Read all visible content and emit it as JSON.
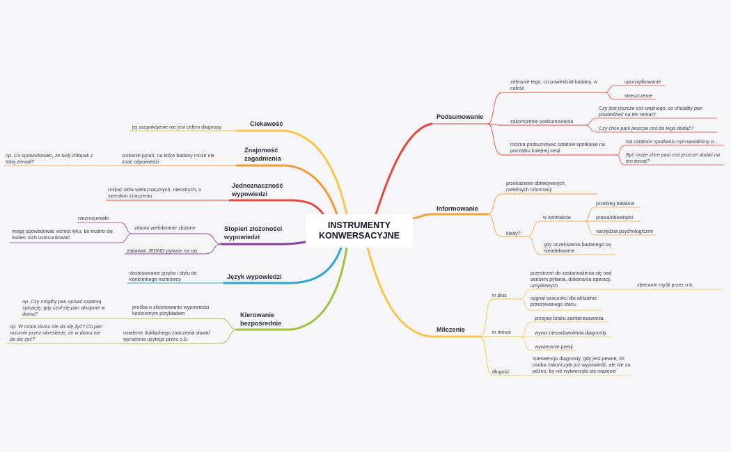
{
  "center": {
    "line1": "INSTRUMENTY",
    "line2": "KONWERSACYJNE"
  },
  "colors": {
    "podsumowanie": "#e4473d",
    "informowanie": "#f4a23a",
    "milczenie": "#f7c54a",
    "ciekawosc": "#f7c54a",
    "znajomosc": "#f29a35",
    "jednoznacznosc": "#e8463c",
    "stopien": "#8e3aa0",
    "jezyk": "#2aa6d0",
    "kierowanie": "#9cc342"
  },
  "podsumowanie": {
    "label": "Podsumowanie",
    "zebranie": "zebranie tego, co powiedział badany, w całość",
    "uporzadkowanie": "uporządkowanie",
    "streszczenie": "streszczenie",
    "zakonczenie": "zakończenie podsumowania",
    "q1": "Czy jest jeszcze coś ważnego, co chciałby pan powiedzieć na ten temat?",
    "q2": "Czy chce pani jeszcze coś do tego dodać?",
    "mozna": "można podsumować ostatnie spotkanie na początku kolejnej sesji",
    "q3": "Na ostatnim spotkaniu rozmawialiśmy o...",
    "q4": "Być może chce pani coś jeszcze dodać na ten temat?"
  },
  "informowanie": {
    "label": "Informowanie",
    "przekazanie": "przekazanie obiektywnych, rzetelnych informacji",
    "kiedy": "kiedy?",
    "kontrakcie": "w kontrakcie",
    "przebieg": "przebieg badania",
    "prawa": "prawa/obowiązki",
    "narzedzia": "narzędzia psychologiczne",
    "gdy": "gdy oczekiwania badanego są nieadekwatne"
  },
  "milczenie": {
    "label": "Milczenie",
    "plus": "in plus",
    "przestrzen": "przestrzeń do zastanowienia się nad sensem pytania, dokonania operacji umysłowych",
    "zbieranie": "zbieranie myśli przez o.b.",
    "sygnal": "sygnał szacunku dla aktualnie przeżywanego stanu",
    "minus": "in minus",
    "przejaw": "przejaw braku zainteresowania",
    "wyraz": "wyraz niezadowolenia diagnosty",
    "wywieranie": "wywieranie presji",
    "dlugosc": "długość",
    "interwencja": "interwencja diagnosty, gdy jest pewne, że osoba zakończyła już wypowiedź, ale nie za późno, by nie wytworzyło się napięcie"
  },
  "ciekawosc": {
    "label": "Ciekawość",
    "item": "jej zaspokojenie nie jest celem diagnozy"
  },
  "znajomosc": {
    "label1": "Znajomość",
    "label2": "zagadnienia",
    "item": "unikanie pytań, na które badany może nie znać odpowiedzi",
    "example": "np. Co spowodowało, że twój chłopak z tobą zerwał?"
  },
  "jednoznacznosc": {
    "label1": "Jednoznaczność",
    "label2": "wypowiedzi",
    "item": "unikać słów wieloznacznych, nieostrych, o szerokim znaczeniu"
  },
  "stopien": {
    "label1": "Stopień złożoności",
    "label2": "wypowiedzi",
    "zdania": "zdania wielokrotnie złożone",
    "niezrozumiale": "niezrozumiałe",
    "moga": "mogą spowodować wzrost lęku, bo trudno się wobec nich ustosunkować",
    "zadawac": "zadawać JEDNO pytanie na raz"
  },
  "jezyk": {
    "label": "Język wypowiedzi",
    "item": "dostosowanie języka i stylu do konkretnego rozmówcy"
  },
  "kierowanie": {
    "label1": "Kierowanie",
    "label2": "bezpośrednie",
    "prosba": "prośba o zilustrowanie wypowiedzi konkretnym przykładem",
    "ex1": "np. Czy mógłby pan opisać ostatnią sytuację, gdy czuł się pan okropnie w domu?",
    "ustalenie": "ustalenie dokładnego znaczenia słowa/ wyrażenia użytego przez o.b.",
    "ex2": "np. W moim domu nie da się żyć? Co pan rozumie przez określenie, że w domu nie da się żyć?"
  }
}
